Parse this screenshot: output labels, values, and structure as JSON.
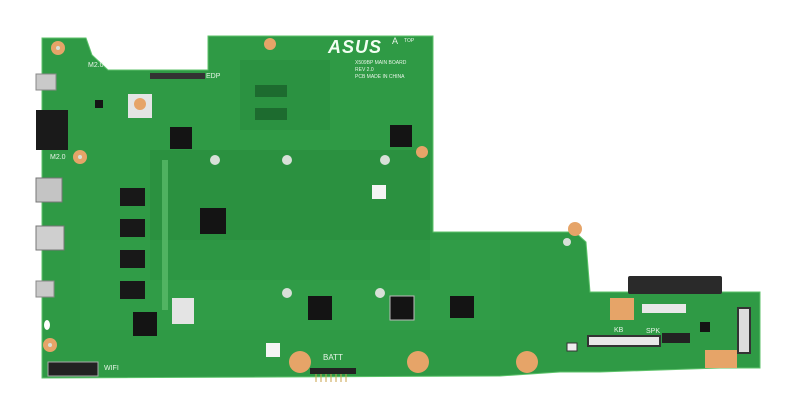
{
  "board": {
    "logo": "ASUS",
    "model": "X509BP MAIN BOARD",
    "revision": "REV 2.0",
    "origin": "PCB MADE IN CHINA",
    "side": "TOP",
    "revision_mark": "A",
    "labels": {
      "edp": "EDP",
      "m2_top": "M2.0",
      "m2_left": "M2.0",
      "batt": "BATT",
      "wifi": "WIFI",
      "kb": "KB",
      "spk": "SPK"
    },
    "colors": {
      "pcb": "#2f9a45",
      "pcb_dark": "#24803a",
      "chip": "#141414",
      "pad": "#e6a468"
    }
  }
}
